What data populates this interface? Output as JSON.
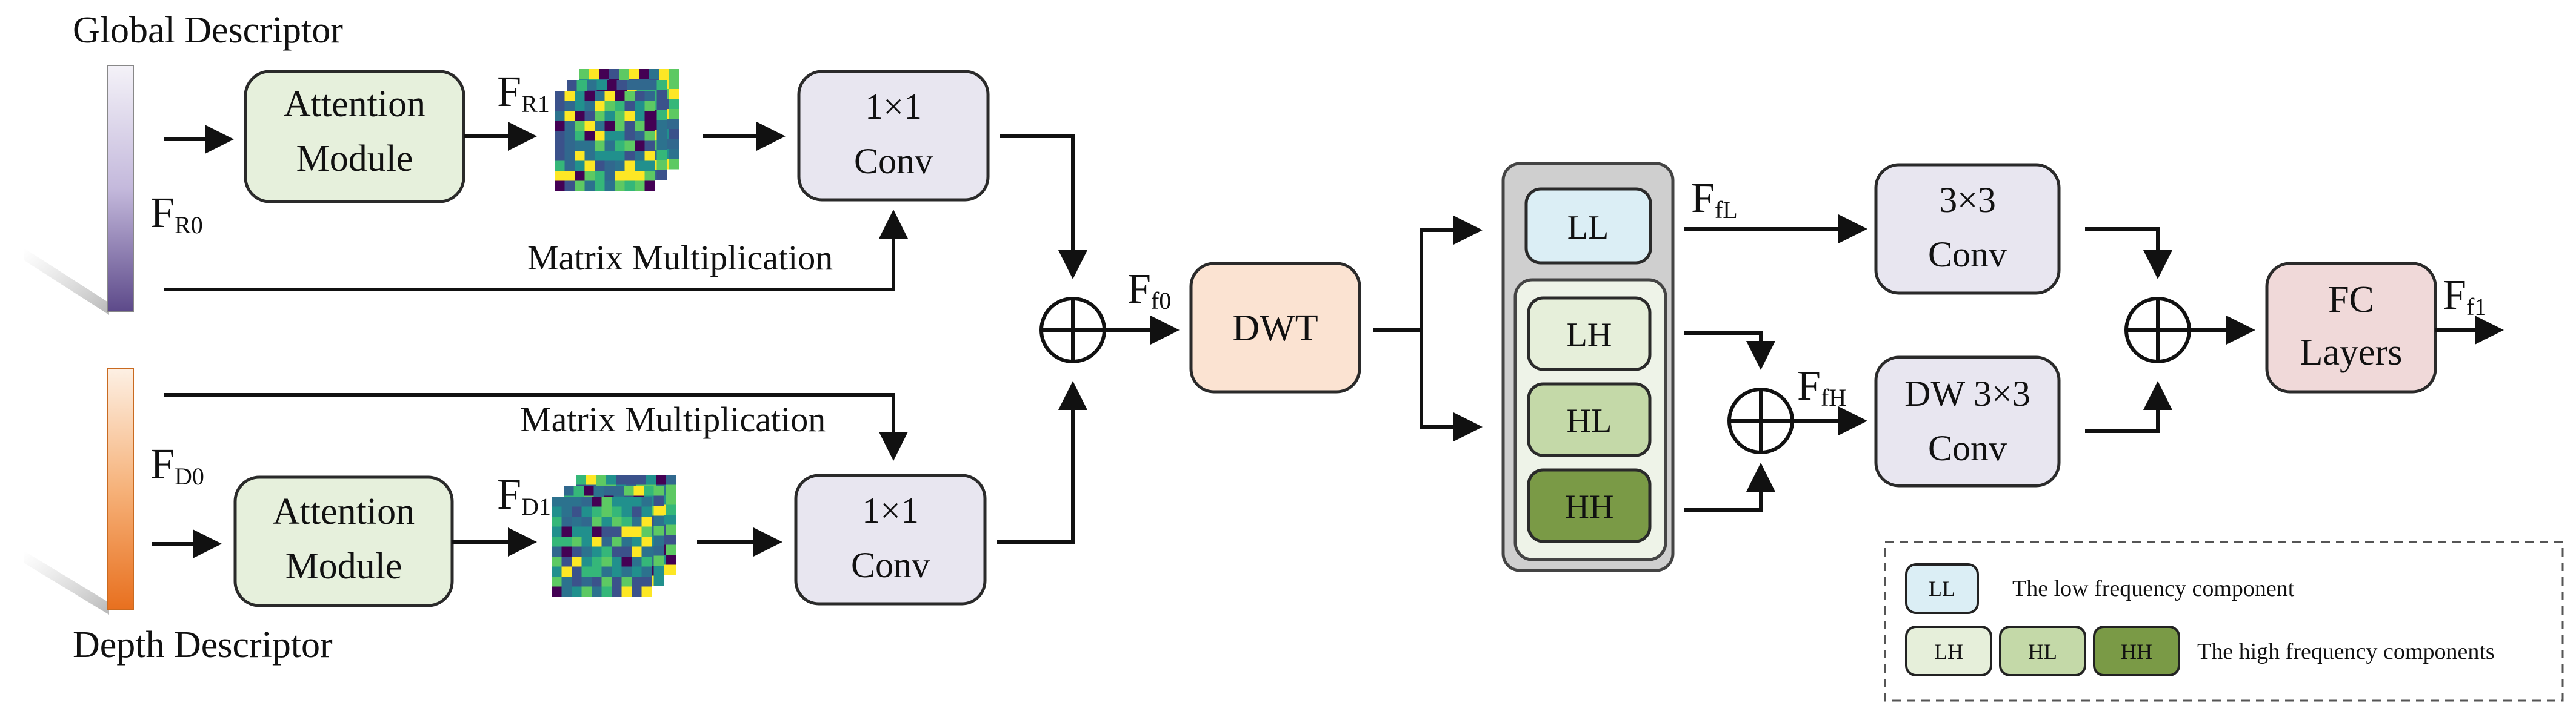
{
  "labels": {
    "global_descriptor": "Global Descriptor",
    "depth_descriptor": "Depth Descriptor",
    "matrix_mult_top": "Matrix Multiplication",
    "matrix_mult_bottom": "Matrix Multiplication"
  },
  "features": {
    "fr0": {
      "main": "F",
      "sub": "R0"
    },
    "fr1": {
      "main": "F",
      "sub": "R1"
    },
    "fd0": {
      "main": "F",
      "sub": "D0"
    },
    "fd1": {
      "main": "F",
      "sub": "D1"
    },
    "ff0": {
      "main": "F",
      "sub": "f0"
    },
    "ffl": {
      "main": "F",
      "sub": "fL"
    },
    "ffh": {
      "main": "F",
      "sub": "fH"
    },
    "ff1": {
      "main": "F",
      "sub": "f1"
    }
  },
  "blocks": {
    "attn_top": {
      "line1": "Attention",
      "line2": "Module"
    },
    "attn_bottom": {
      "line1": "Attention",
      "line2": "Module"
    },
    "conv_top": {
      "line1": "1×1",
      "line2": "Conv"
    },
    "conv_bottom": {
      "line1": "1×1",
      "line2": "Conv"
    },
    "dwt": {
      "line1": "DWT"
    },
    "ll": {
      "line1": "LL"
    },
    "lh": {
      "line1": "LH"
    },
    "hl": {
      "line1": "HL"
    },
    "hh": {
      "line1": "HH"
    },
    "conv3": {
      "line1": "3×3",
      "line2": "Conv"
    },
    "dwconv": {
      "line1": "DW 3×3",
      "line2": "Conv"
    },
    "fc": {
      "line1": "FC",
      "line2": "Layers"
    }
  },
  "legend": {
    "ll_label": "LL",
    "low_text": "The low frequency component",
    "lh_label": "LH",
    "hl_label": "HL",
    "hh_label": "HH",
    "high_text": "The high frequency components"
  },
  "colors": {
    "attention": "#e6f0dc",
    "conv": "#e8e6f0",
    "dwt": "#fbe3d2",
    "fc": "#f0d9d9",
    "ll": "#dbeef5",
    "lh": "#e6efda",
    "hl": "#c4d9a8",
    "hh": "#7a9a46",
    "panel": "#cfcfcf",
    "panel_inner": "#eef3e8"
  }
}
